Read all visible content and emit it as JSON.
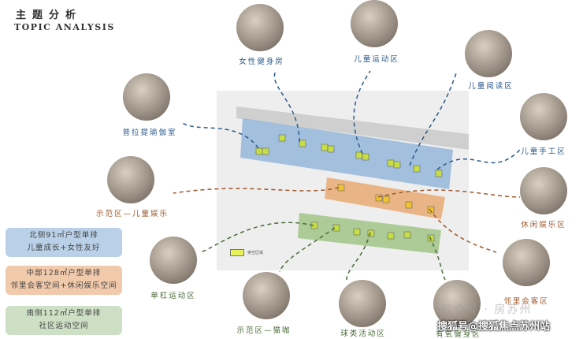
{
  "header": {
    "title_cn": "主题分析",
    "title_en": "TOPIC ANALYSIS"
  },
  "boxes": [
    {
      "line1": "北侧91㎡户型单排",
      "line2": "儿童成长+女性友好",
      "color": "#b9d0e8"
    },
    {
      "line1": "中部128㎡户型单排",
      "line2": "邻里会客空间+休闲娱乐空间",
      "color": "#f1c9ab"
    },
    {
      "line1": "南侧112㎡户型单排",
      "line2": "社区运动空间",
      "color": "#cddfc4"
    }
  ],
  "zones": {
    "female_gym": "女性健身房",
    "kids_sport": "儿童运动区",
    "kids_reading": "儿童阅读区",
    "pilates": "普拉提瑜伽室",
    "kids_craft": "儿童手工区",
    "demo_kids": "示范区—儿童娱乐",
    "leisure": "休闲娱乐区",
    "bar": "单杠运动区",
    "demo_cat": "示范区—猫咖",
    "ball": "球类活动区",
    "aerobic": "有氧健身区",
    "neighbor": "邻里会客区"
  },
  "map": {
    "legend": "架空区域"
  },
  "watermark": {
    "line1": "公众号 · 房苏州",
    "line2": "搜狐号@搜狐焦点苏州站"
  },
  "colors": {
    "blue": "#2c5a8a",
    "orange": "#a0582a",
    "green": "#4b6b3a"
  }
}
